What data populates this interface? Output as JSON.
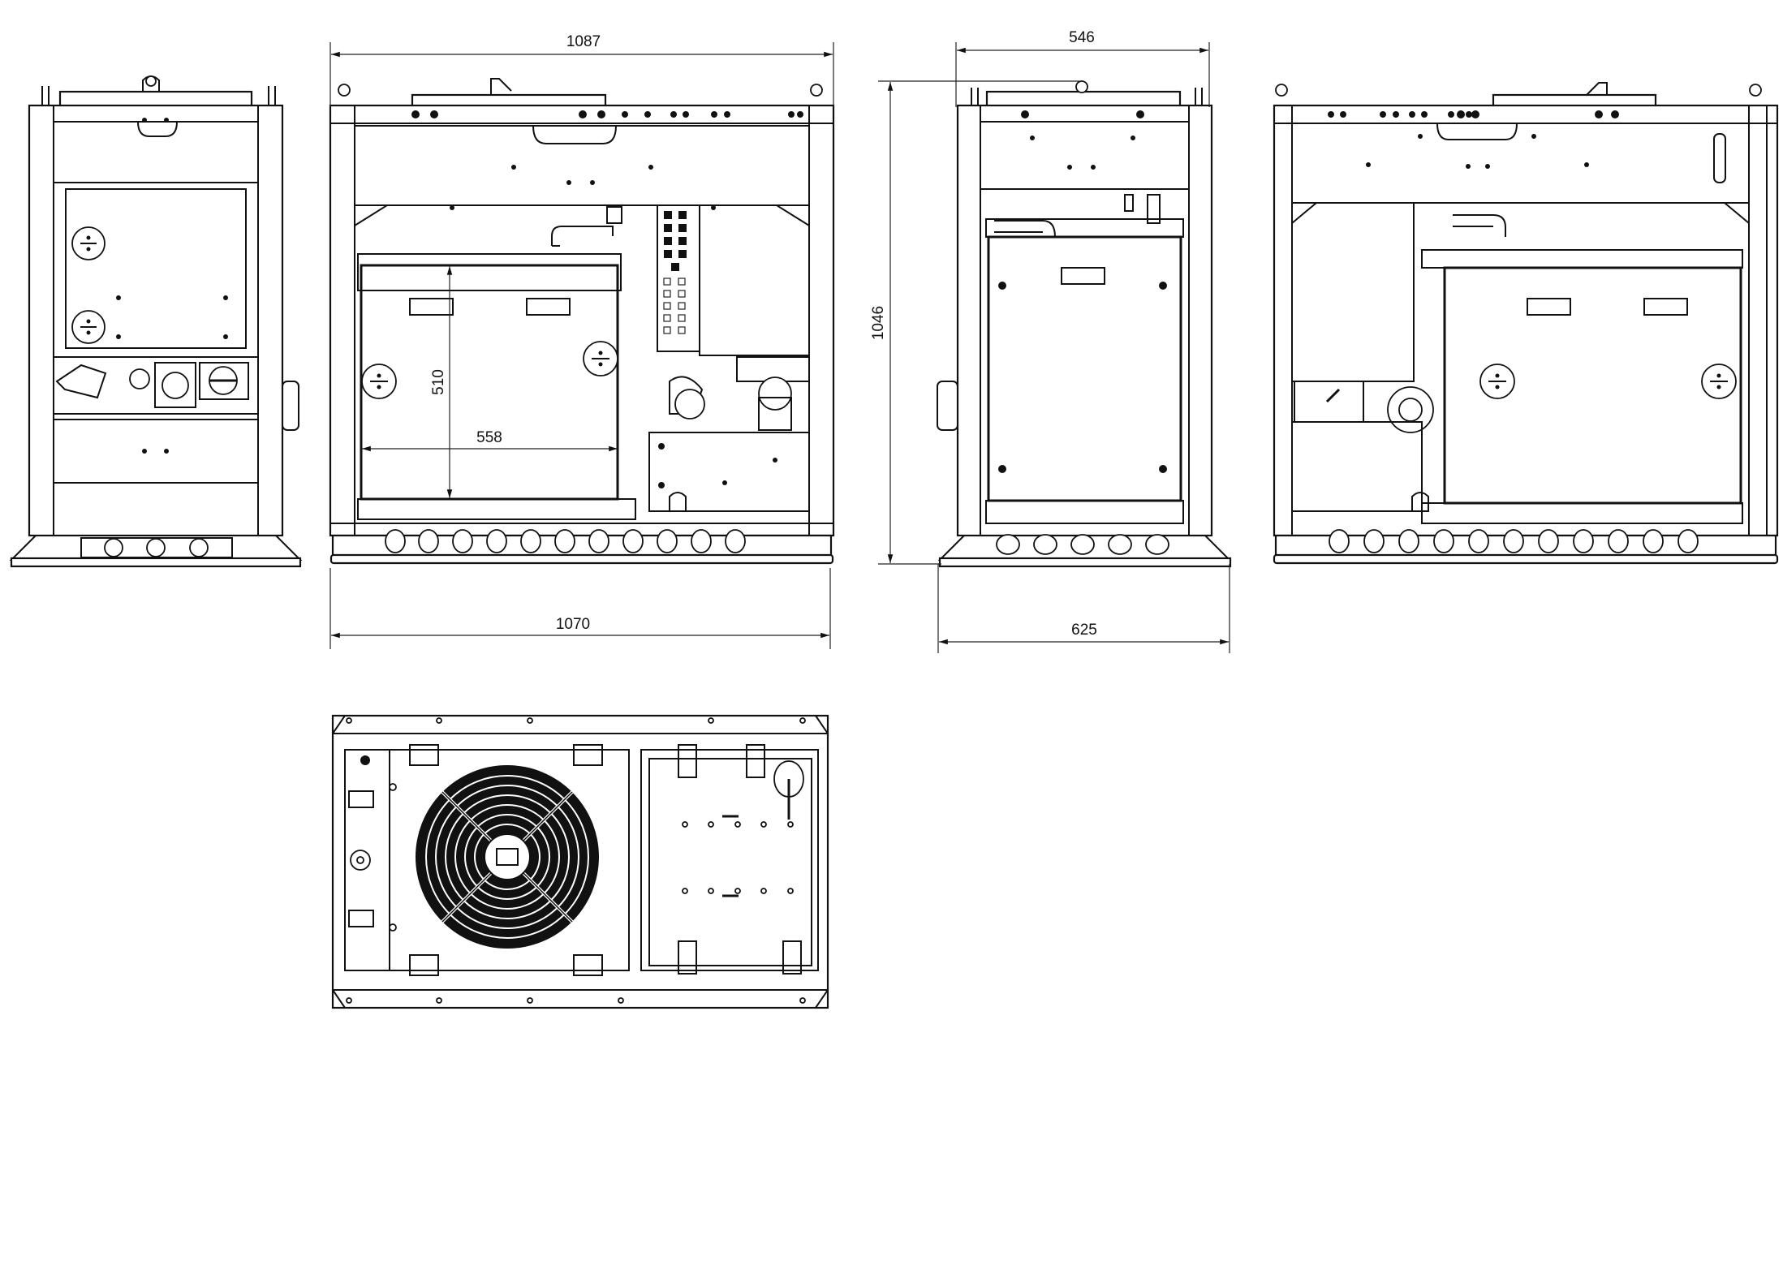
{
  "drawing": {
    "type": "technical orthographic drawing",
    "views": [
      {
        "id": "side-view-left",
        "label": "Left side view"
      },
      {
        "id": "front-view",
        "label": "Front view"
      },
      {
        "id": "side-view-right",
        "label": "Right side view"
      },
      {
        "id": "rear-view",
        "label": "Rear view"
      },
      {
        "id": "top-view",
        "label": "Top view"
      }
    ]
  },
  "dimensions": {
    "overall_width_top": "1087",
    "overall_width_base": "1070",
    "panel_height": "510",
    "panel_width": "558",
    "side_width_top": "546",
    "side_width_base": "625",
    "overall_height": "1046"
  },
  "colors": {
    "line": "#111111",
    "background": "#ffffff"
  }
}
